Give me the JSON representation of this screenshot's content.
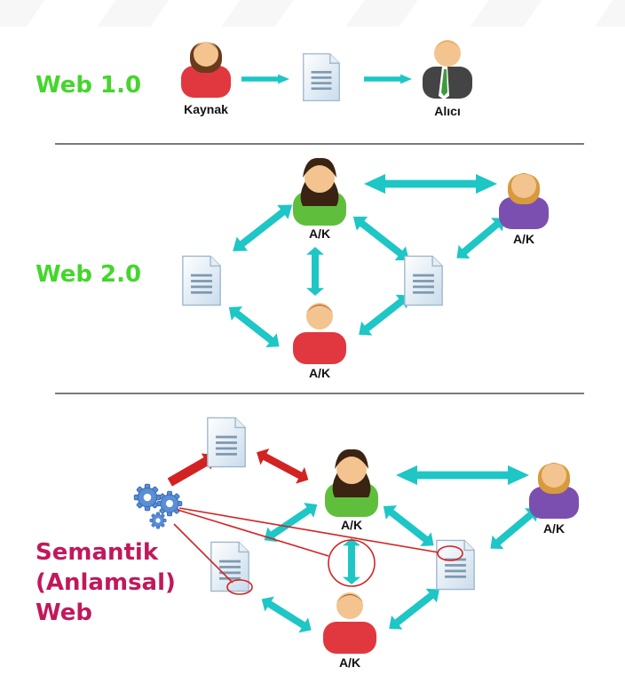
{
  "sections": {
    "web1": "Web 1.0",
    "web2": "Web 2.0",
    "semantic": [
      "Semantik",
      "(Anlamsal)",
      "Web"
    ]
  },
  "labels": {
    "source": "Kaynak",
    "receiver": "Alıcı",
    "reader_writer": "A/K"
  },
  "colors": {
    "web_green": "#44d62c",
    "semantic_magenta": "#c2185b",
    "arrow_cyan": "#1ec6c6",
    "arrow_red": "#d32222",
    "person_red": "#e0383e",
    "person_green": "#5fbf3c",
    "person_purple": "#7b4fb0",
    "person_dark": "#444444"
  },
  "icons": [
    "person-icon",
    "document-icon",
    "gears-icon",
    "bidirectional-arrow",
    "arrow-right"
  ]
}
